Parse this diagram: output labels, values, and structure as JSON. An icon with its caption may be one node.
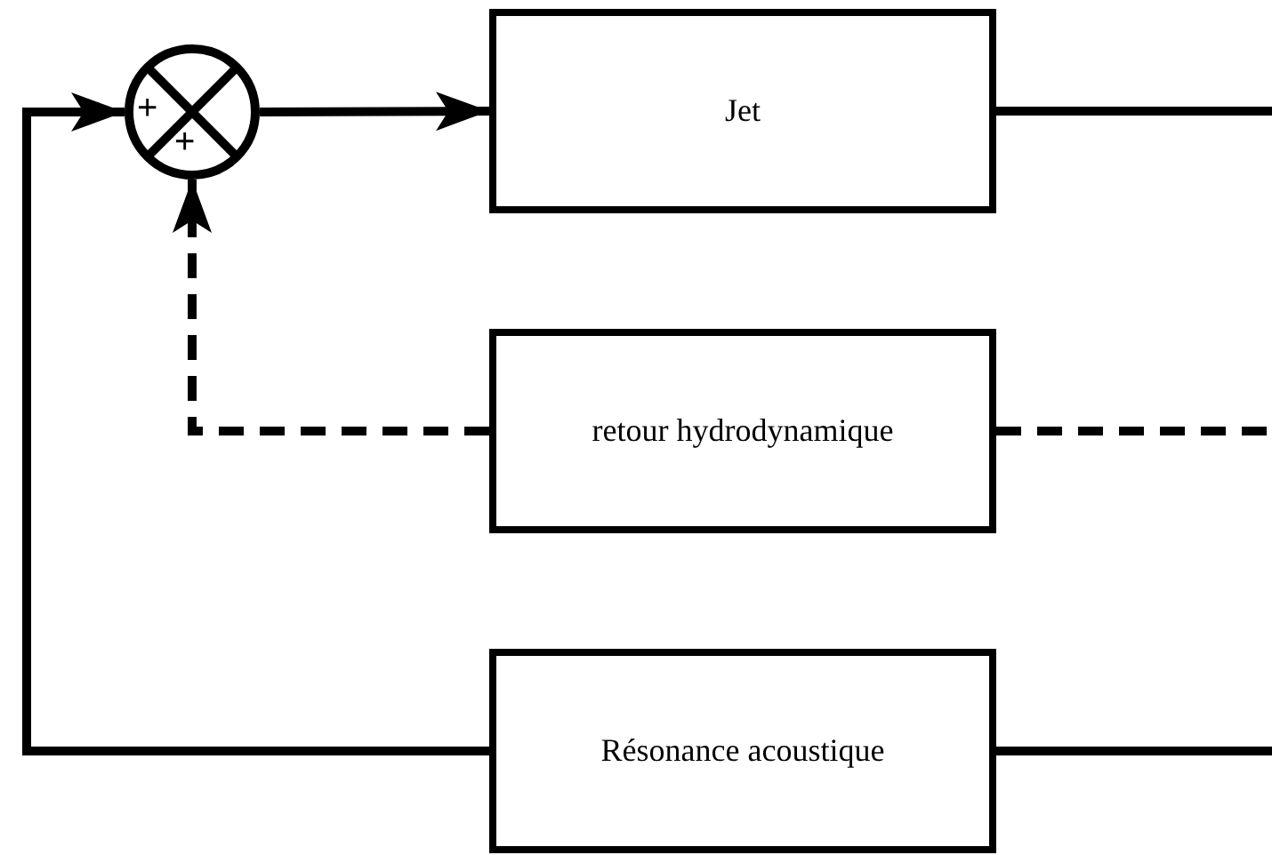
{
  "diagram": {
    "nodes": [
      {
        "text": [
          "+",
          "+"
        ]
      },
      {
        "text": [
          "Jet"
        ]
      },
      {
        "text": [
          "retour hydrodynamique"
        ]
      },
      {
        "text": [
          "Résonance acoustique"
        ]
      }
    ],
    "edges": [
      {
        "from": 0,
        "to": 1,
        "arrow": "to"
      },
      {
        "from": 3,
        "to": 0,
        "arrow": "to"
      },
      {
        "from": 2,
        "to": 0,
        "arrow": "to",
        "style": "dashed"
      },
      {
        "from": 1,
        "to": null,
        "arrow": "none"
      },
      {
        "from": 2,
        "to": null,
        "arrow": "none",
        "style": "dashed"
      },
      {
        "from": 3,
        "to": null,
        "arrow": "none"
      }
    ]
  }
}
